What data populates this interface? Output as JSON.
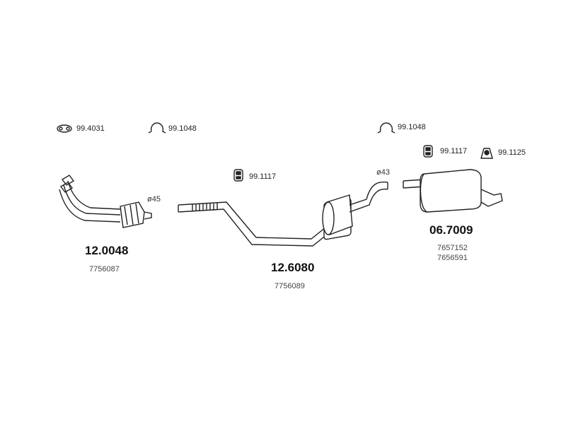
{
  "accessories": {
    "gasket": {
      "code": "99.4031",
      "icon": "gasket-icon"
    },
    "clamp_a": {
      "code": "99.1048",
      "icon": "clamp-icon"
    },
    "clamp_b": {
      "code": "99.1048",
      "icon": "clamp-icon"
    },
    "hanger_mid": {
      "code": "99.1117",
      "icon": "rubber-hanger-icon"
    },
    "hanger_rear": {
      "code": "99.1117",
      "icon": "rubber-hanger-icon"
    },
    "mount_rear": {
      "code": "99.1125",
      "icon": "rubber-mount-icon"
    }
  },
  "parts": [
    {
      "name": "front-catalytic-pipe",
      "part_no": "12.0048",
      "oem": [
        "7756087"
      ],
      "diameter": "ø45"
    },
    {
      "name": "middle-silencer",
      "part_no": "12.6080",
      "oem": [
        "7756089"
      ],
      "diameter": "ø43"
    },
    {
      "name": "rear-silencer",
      "part_no": "06.7009",
      "oem": [
        "7657152",
        "7656591"
      ]
    }
  ]
}
